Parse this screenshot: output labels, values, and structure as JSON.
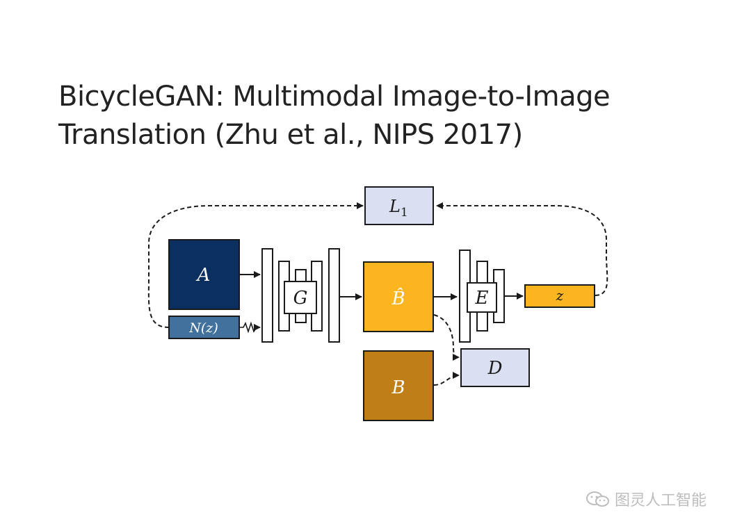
{
  "slide": {
    "title_line1": "BicycleGAN: Multimodal Image-to-Image",
    "title_line2": "Translation (Zhu et al., NIPS 2017)"
  },
  "diagram": {
    "nodes": {
      "A": "A",
      "noise": "N(z)",
      "G": "G",
      "B_hat": "B̂",
      "E": "E",
      "z": "z",
      "L1": "L",
      "L1_sub": "1",
      "D": "D",
      "B": "B"
    },
    "colors": {
      "A": "#0b2f60",
      "noise": "#41719c",
      "B_hat": "#fbb520",
      "z": "#fbb520",
      "B": "#bf7f16",
      "L1": "#dae0f2",
      "D": "#dae0f2",
      "stroke": "#1a1a1a"
    }
  },
  "watermark": {
    "text": "图灵人工智能",
    "icon": "wechat-icon"
  }
}
